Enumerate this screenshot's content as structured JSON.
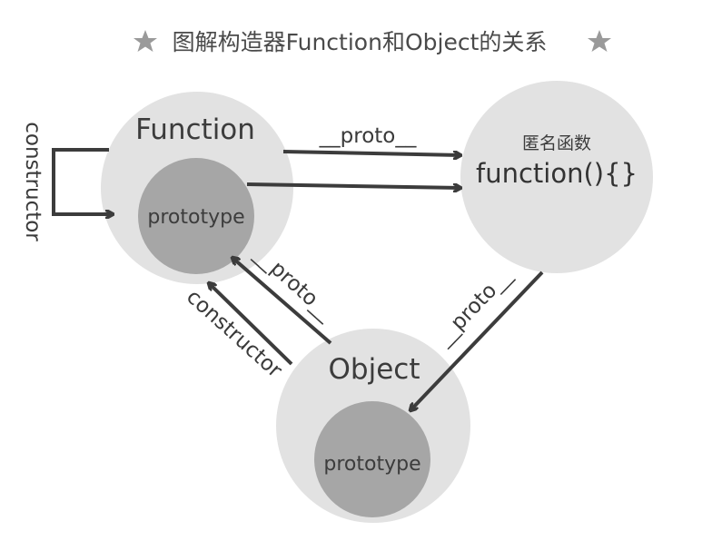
{
  "title": {
    "text": "图解构造器Function和Object的关系",
    "star_icon": "star-icon"
  },
  "nodes": {
    "function": {
      "label": "Function",
      "prototype_label": "prototype"
    },
    "anonymous": {
      "subtitle": "匿名函数",
      "code": "function(){}"
    },
    "object": {
      "label": "Object",
      "prototype_label": "prototype"
    }
  },
  "edges": {
    "function_self_constructor": "constructor",
    "function_to_anon_proto": "__proto__",
    "anon_to_object_proto": "__proto__",
    "object_to_function_proto": "__proto__",
    "object_to_function_constructor": "constructor"
  },
  "colors": {
    "outer_circle": "#e2e2e2",
    "inner_circle": "#a6a6a6",
    "arrow": "#3c3c3c",
    "star": "#9a9a9a"
  }
}
